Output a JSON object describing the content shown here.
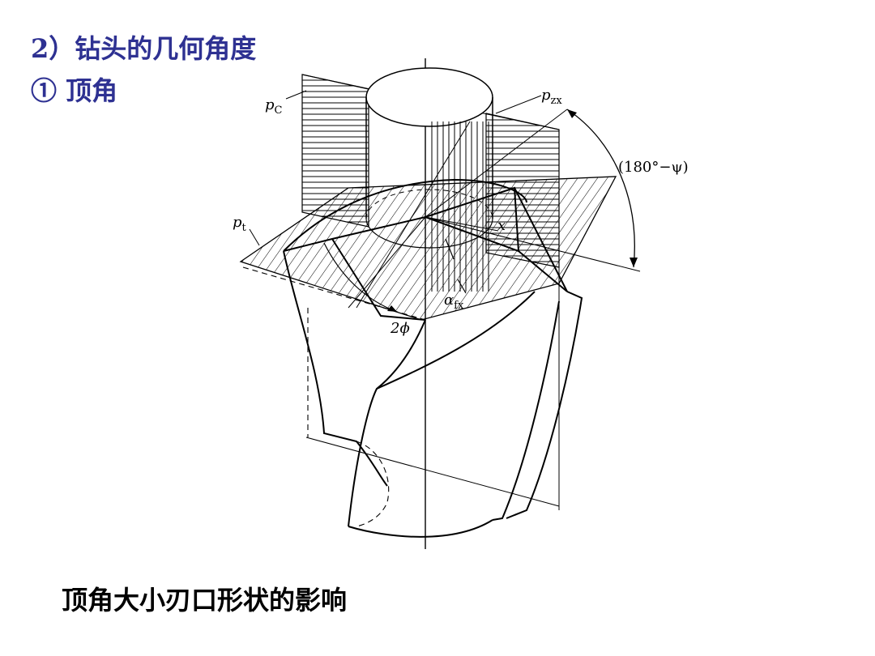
{
  "heading": {
    "line1": "2）钻头的几何角度",
    "line2": "① 顶角"
  },
  "caption": "顶角大小刃口形状的影响",
  "diagram": {
    "labels": {
      "pc_main": "p",
      "pc_sub": "C",
      "pzx_main": "p",
      "pzx_sub": "zx",
      "pt_main": "p",
      "pt_sub": "t",
      "angle": "(180°−ψ)",
      "x": "x",
      "alpha_main": "α",
      "alpha_sub": "fx",
      "two_phi": "2ϕ"
    }
  },
  "colors": {
    "heading": "#2e3192",
    "caption": "#000000"
  }
}
